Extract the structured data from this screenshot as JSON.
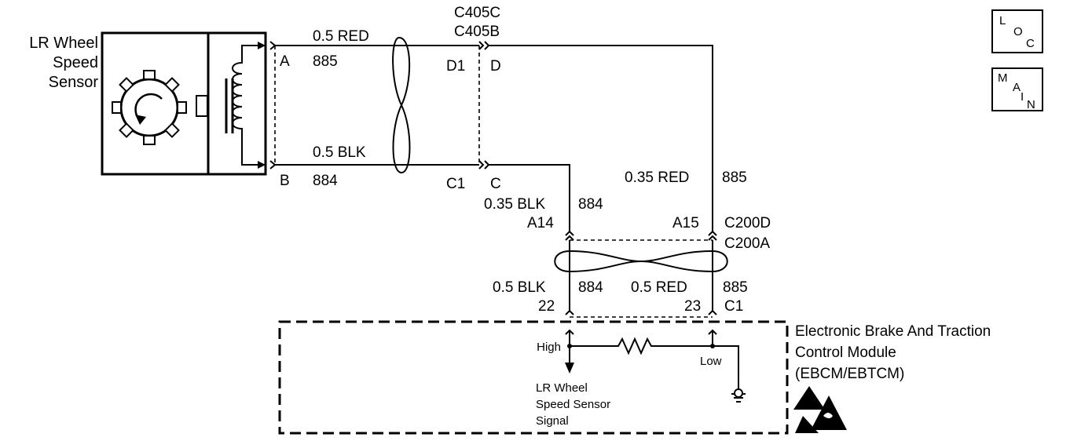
{
  "sensor": {
    "title_line1": "LR Wheel",
    "title_line2": "Speed",
    "title_line3": "Sensor"
  },
  "buttons": {
    "loc": {
      "c1": "L",
      "c2": "O",
      "c3": "C"
    },
    "main": {
      "c1": "M",
      "c2": "A",
      "c3": "I",
      "c4": "N"
    }
  },
  "connector_c405": {
    "name_c": "C405C",
    "name_b": "C405B",
    "pin_a": "A",
    "pin_b": "B",
    "pin_d1": "D1",
    "pin_d": "D",
    "pin_c1": "C1",
    "pin_c": "C"
  },
  "wires_top": {
    "red_spec": "0.5 RED",
    "red_circuit": "885",
    "blk_spec": "0.5 BLK",
    "blk_circuit": "884"
  },
  "wires_mid": {
    "blk_spec": "0.35 BLK",
    "blk_circuit": "884",
    "red_spec": "0.35 RED",
    "red_circuit": "885"
  },
  "connector_c200": {
    "pin_a14": "A14",
    "pin_a15": "A15",
    "name_d": "C200D",
    "name_a": "C200A"
  },
  "wires_low": {
    "blk_spec": "0.5 BLK",
    "blk_circuit": "884",
    "red_spec": "0.5 RED",
    "red_circuit": "885"
  },
  "module_connector": {
    "pin_22": "22",
    "pin_23": "23",
    "name": "C1"
  },
  "module": {
    "title_line1": "Electronic Brake And Traction",
    "title_line2": "Control Module",
    "title_line3": "(EBCM/EBTCM)",
    "high_label": "High",
    "low_label": "Low",
    "signal_line1": "LR Wheel",
    "signal_line2": "Speed Sensor",
    "signal_line3": "Signal"
  }
}
